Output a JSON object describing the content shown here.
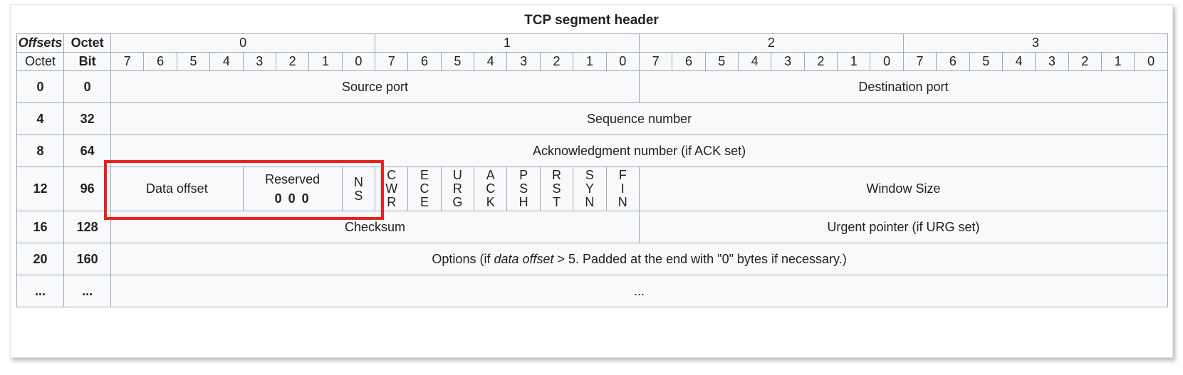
{
  "title": "TCP segment header",
  "colors": {
    "highlight_box": "#e8221e",
    "options_row": "#fcd0d0",
    "header_cell": "#eaecf0",
    "field_cell": "#f8f9fa",
    "border": "#a2a9b1",
    "link_blue": "#0645ad"
  },
  "header": {
    "offsets_label": "Offsets",
    "octet_label_top": "Octet",
    "octet_label_row": "Octet",
    "bit_label": "Bit",
    "octets": [
      "0",
      "1",
      "2",
      "3"
    ],
    "bits": [
      "7",
      "6",
      "5",
      "4",
      "3",
      "2",
      "1",
      "0"
    ]
  },
  "rows": [
    {
      "octet": "0",
      "bit": "0",
      "fields": [
        {
          "label": "Source port",
          "span": 16
        },
        {
          "label": "Destination port",
          "span": 16
        }
      ]
    },
    {
      "octet": "4",
      "bit": "32",
      "fields": [
        {
          "label": "Sequence number",
          "span": 32
        }
      ]
    },
    {
      "octet": "8",
      "bit": "64",
      "fields": [
        {
          "label": "Acknowledgment number (if ACK set)",
          "span": 32
        }
      ]
    },
    {
      "octet": "12",
      "bit": "96",
      "fields": [
        {
          "label": "Data offset",
          "span": 4
        },
        {
          "label": "Reserved",
          "sub": "0 0 0",
          "span": 3
        },
        {
          "label": "NS",
          "flag": true,
          "span": 1
        },
        {
          "label": "CWR",
          "flag": true,
          "span": 1
        },
        {
          "label": "ECE",
          "flag": true,
          "span": 1
        },
        {
          "label": "URG",
          "flag": true,
          "span": 1
        },
        {
          "label": "ACK",
          "flag": true,
          "span": 1
        },
        {
          "label": "PSH",
          "flag": true,
          "span": 1
        },
        {
          "label": "RST",
          "flag": true,
          "span": 1
        },
        {
          "label": "SYN",
          "flag": true,
          "span": 1
        },
        {
          "label": "FIN",
          "flag": true,
          "span": 1
        },
        {
          "label": "Window Size",
          "span": 16
        }
      ]
    },
    {
      "octet": "16",
      "bit": "128",
      "fields": [
        {
          "label": "Checksum",
          "span": 16
        },
        {
          "label": "Urgent pointer (if URG set)",
          "span": 16
        }
      ]
    },
    {
      "octet": "20",
      "bit": "160",
      "options": true,
      "fields": [
        {
          "prefix": "Options (if ",
          "italic": "data offset",
          "suffix": " > 5. Padded at the end with \"0\" bytes if necessary.)",
          "span": 32
        }
      ]
    },
    {
      "octet": "...",
      "bit": "...",
      "options": true,
      "fields": [
        {
          "label": "...",
          "span": 32
        }
      ]
    }
  ]
}
